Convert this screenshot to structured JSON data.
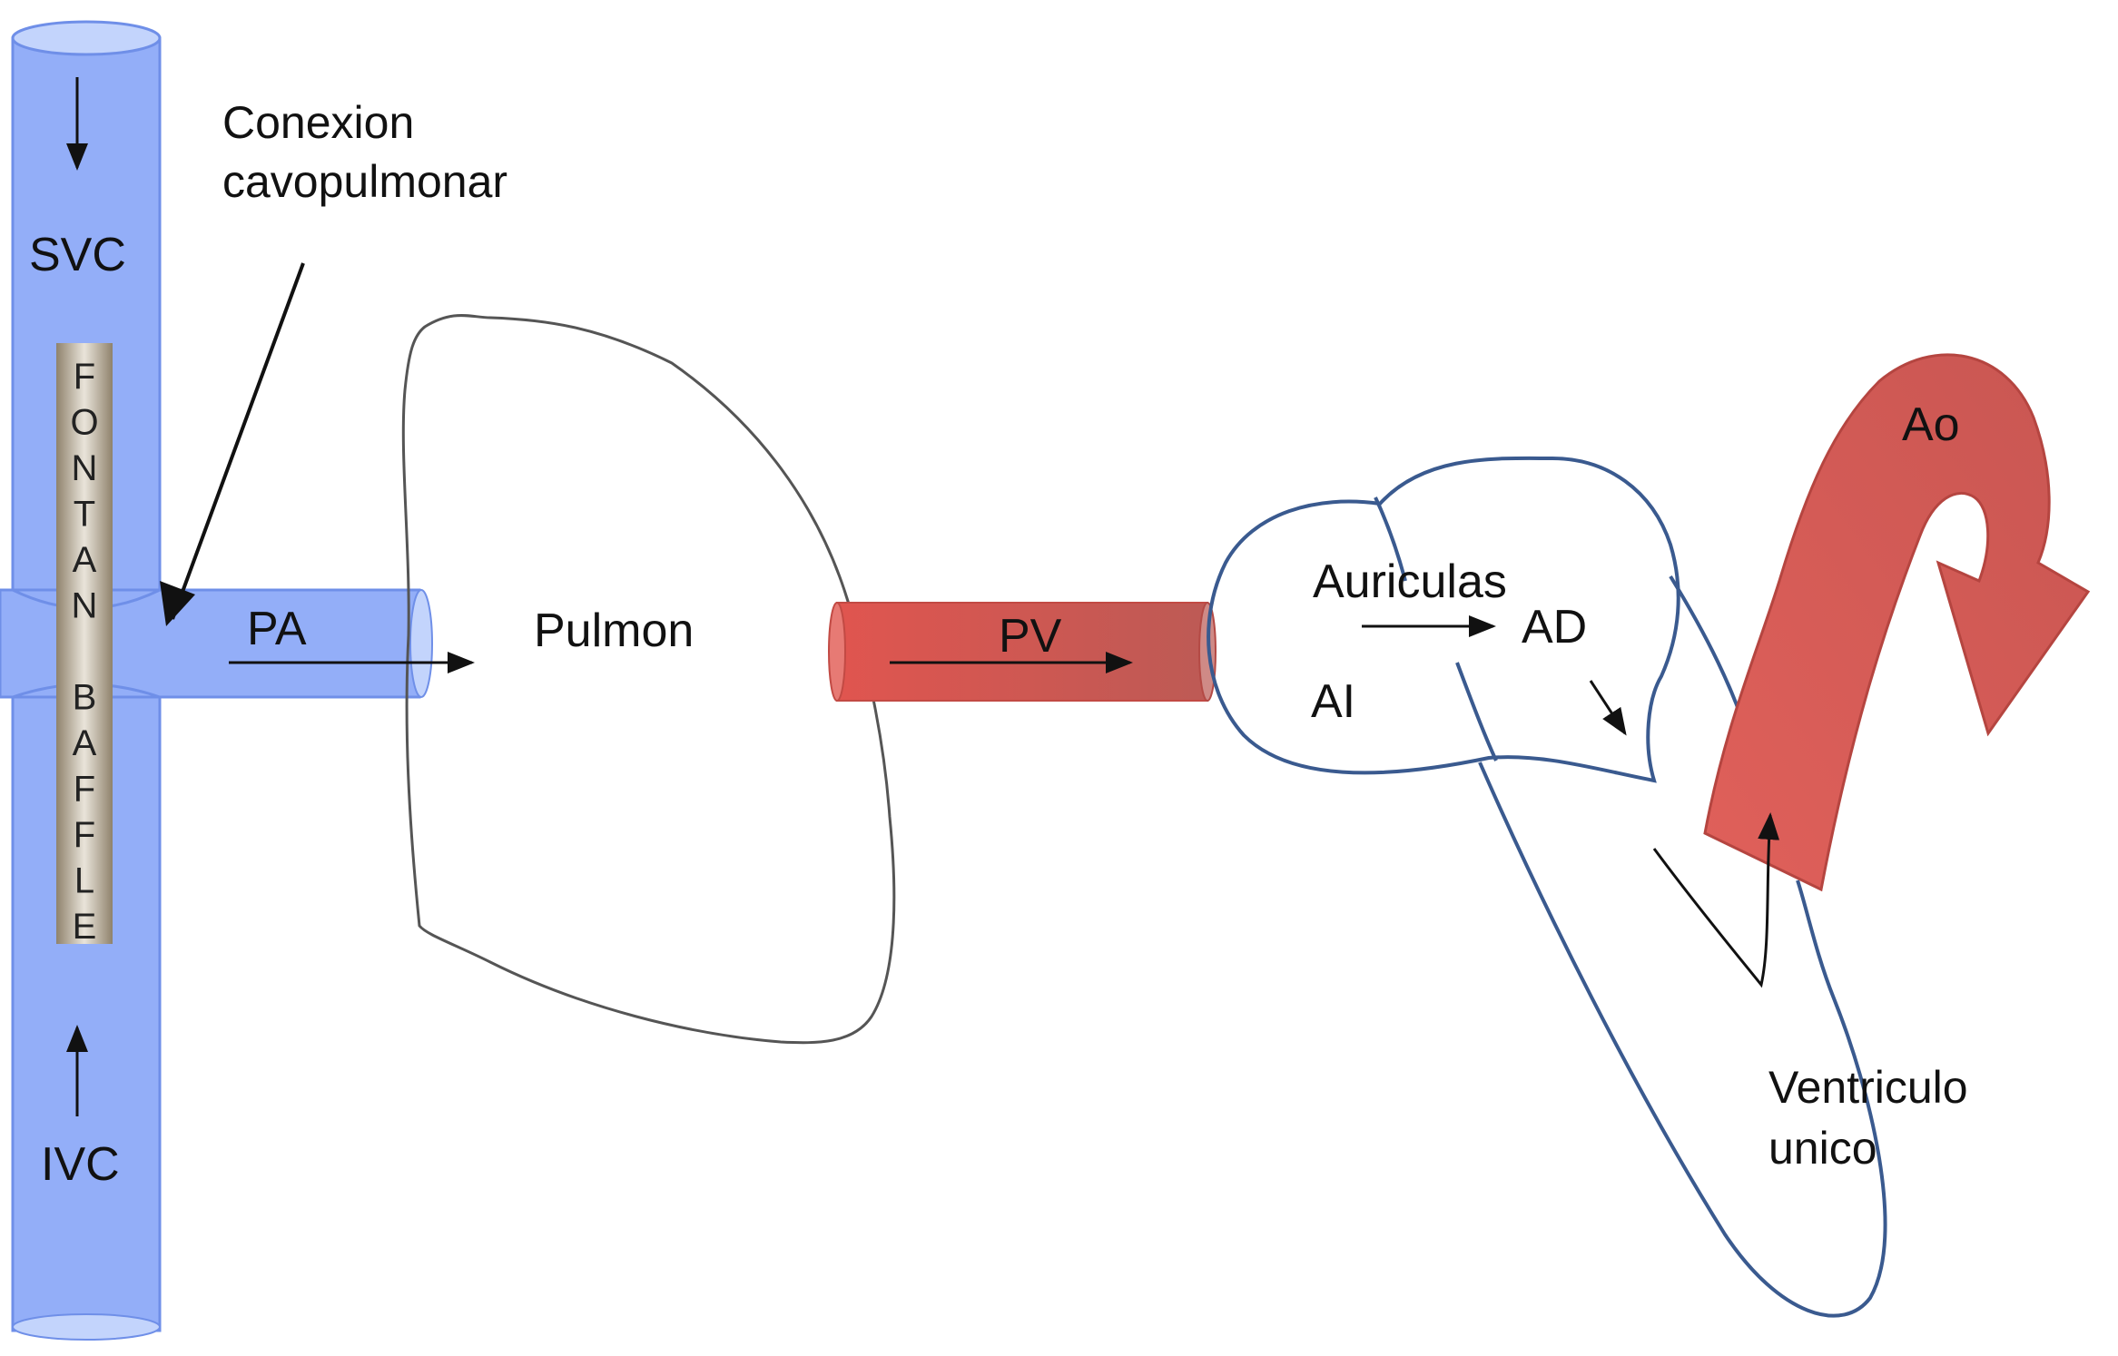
{
  "labels": {
    "svc": "SVC",
    "ivc": "IVC",
    "connection_line1": "Conexion",
    "connection_line2": "cavopulmonar",
    "pa": "PA",
    "lung": "Pulmon",
    "pv": "PV",
    "atria": "Auriculas",
    "ad": "AD",
    "ai": "AI",
    "ao": "Ao",
    "ventricle_line1": "Ventriculo",
    "ventricle_line2": "unico"
  },
  "baffle_letters": [
    "F",
    "O",
    "N",
    "T",
    "A",
    "N",
    "",
    "B",
    "A",
    "F",
    "F",
    "L",
    "E"
  ],
  "colors": {
    "vein_blue": "#93aef8",
    "vein_blue_dark": "#6f8fe8",
    "vein_rim": "#c3d4fc",
    "artery_red": "#de5a54",
    "artery_red_dark": "#c24a44",
    "heart_outline": "#3a5a8f",
    "lung_outline": "#555555",
    "baffle": "#9a8d77",
    "arrow": "#111111"
  }
}
